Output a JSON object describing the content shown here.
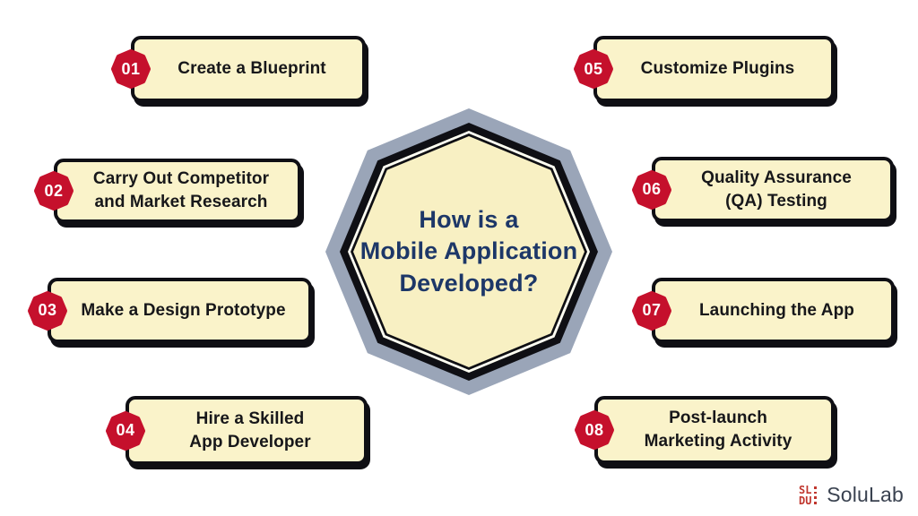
{
  "title": {
    "text": "How is a\nMobile Application\nDeveloped?"
  },
  "steps": [
    {
      "num": "01",
      "label": "Create a Blueprint"
    },
    {
      "num": "02",
      "label": "Carry Out Competitor\nand Market Research"
    },
    {
      "num": "03",
      "label": "Make a Design Prototype"
    },
    {
      "num": "04",
      "label": "Hire a Skilled\nApp Developer"
    },
    {
      "num": "05",
      "label": "Customize Plugins"
    },
    {
      "num": "06",
      "label": "Quality Assurance\n(QA) Testing"
    },
    {
      "num": "07",
      "label": "Launching the App"
    },
    {
      "num": "08",
      "label": "Post-launch\nMarketing Activity"
    }
  ],
  "logo": {
    "text": "SoluLab",
    "icon": "solulab-stamp-icon"
  },
  "colors": {
    "box_fill": "#FAF3CA",
    "box_border": "#0F0F14",
    "badge_red": "#C5102C",
    "octagon_gray": "#9AA5B8",
    "octagon_fill": "#F8F0C3",
    "title_navy": "#1D3768",
    "logo_red": "#C0362E",
    "logo_gray": "#3A4250"
  }
}
